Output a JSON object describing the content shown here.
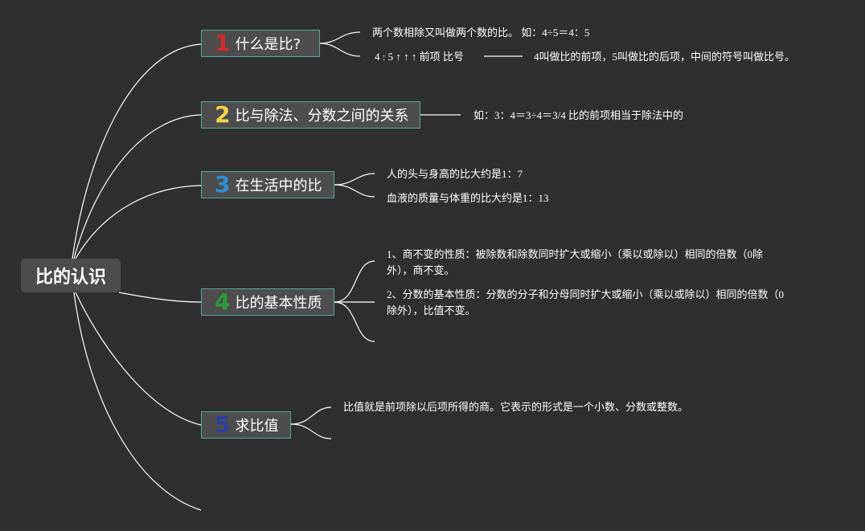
{
  "root": {
    "label": "比的认识"
  },
  "branches": [
    {
      "number": "1",
      "number_color": "#d42a2a",
      "label": "什么是比?",
      "leaves": [
        "两个数相除又叫做两个数的比。 如：4÷5＝4：5",
        "4 : 5 ↑ ↑ ↑ 前项 比号",
        "4叫做比的前项，5叫做比的后项，中间的符号叫做比号。"
      ]
    },
    {
      "number": "2",
      "number_color": "#f2d34b",
      "label": "比与除法、分数之间的关系",
      "leaves": [
        "如：3：4＝3÷4＝3/4 比的前项相当于除法中的"
      ]
    },
    {
      "number": "3",
      "number_color": "#2f8fd8",
      "label": "在生活中的比",
      "leaves": [
        "人的头与身高的比大约是1：7",
        "血液的质量与体重的比大约是1：13"
      ]
    },
    {
      "number": "4",
      "number_color": "#2e9a3c",
      "label": "比的基本性质",
      "leaves": [
        "1、商不变的性质：被除数和除数同时扩大或缩小（乘以或除以）相同的倍数（0除外），商不变。",
        "2、分数的基本性质：分数的分子和分母同时扩大或缩小（乘以或除以）相同的倍数（0除外），比值不变。"
      ]
    },
    {
      "number": "5",
      "number_color": "#2a3fa3",
      "label": "求比值",
      "leaves": [
        "比值就是前项除以后项所得的商。它表示的形式是一个小数、分数或整数。"
      ]
    }
  ]
}
